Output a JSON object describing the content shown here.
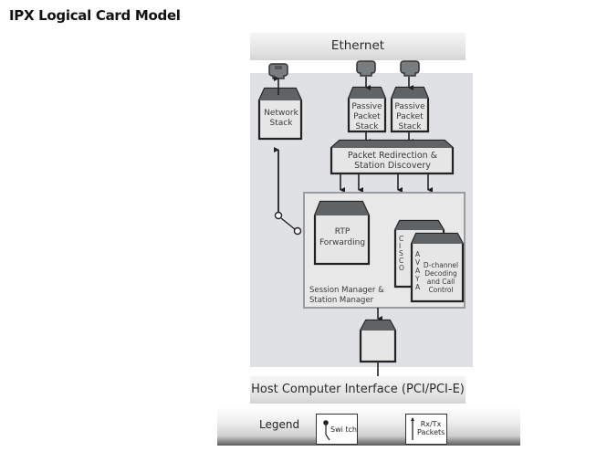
{
  "title": "IPX Logical Card Model",
  "top_bar": "Ethernet",
  "bottom_bar": "Host Computer Interface (PCI/PCI-E)",
  "blocks": {
    "network_stack": [
      "Network",
      "Stack"
    ],
    "passive_stack_1": [
      "Passive",
      "Packet",
      "Stack"
    ],
    "passive_stack_2": [
      "Passive",
      "Packet",
      "Stack"
    ],
    "redirection": [
      "Packet Redirection &",
      "Station Discovery"
    ],
    "rtp": [
      "RTP",
      "Forwarding"
    ],
    "cisco": [
      "C",
      "I",
      "S",
      "C",
      "O"
    ],
    "avaya": [
      "A",
      "V",
      "A",
      "Y",
      "A"
    ],
    "dchannel": [
      "D-channel",
      "Decoding",
      "and Call",
      "Control"
    ],
    "session_manager": [
      "Session Manager &",
      "Station Manager"
    ]
  },
  "legend": {
    "label": "Legend",
    "switch": "Swi tch",
    "rxtx": [
      "Rx/Tx",
      "Packets"
    ]
  },
  "colors": {
    "panel": "#dfe1e5",
    "block_fill": "#e6e6e6",
    "block_cap": "#5f6366",
    "port_fill": "#7a7d80",
    "stroke": "#222222"
  }
}
